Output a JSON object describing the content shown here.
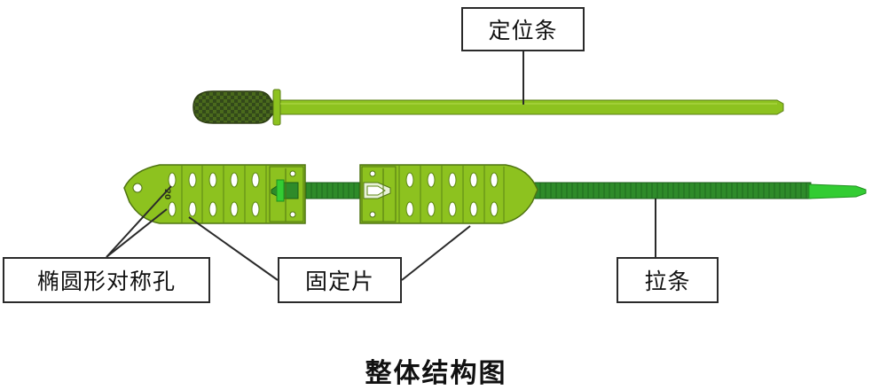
{
  "labels": {
    "positioning_strip": "定位条",
    "elliptical_holes": "椭圆形对称孔",
    "fixing_plate": "固定片",
    "pull_strip": "拉条"
  },
  "plate_marking": "20",
  "caption": "整体结构图",
  "colors": {
    "plate_green": "#8dc21f",
    "strip_green": "#2e8b2a",
    "strip_tip_green": "#33cc33",
    "grip_dark_green": "#3d5a17",
    "outline": "#2a2a2a"
  }
}
